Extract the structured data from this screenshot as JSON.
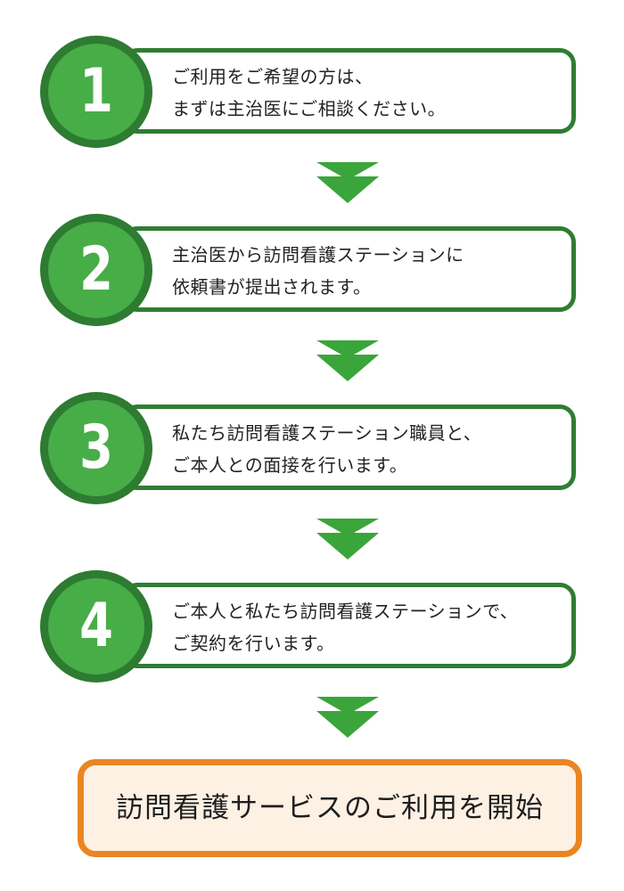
{
  "steps": [
    {
      "number": "1",
      "lines": [
        "ご利用をご希望の方は、",
        "まずは主治医にご相談ください。"
      ]
    },
    {
      "number": "2",
      "lines": [
        "主治医から訪問看護ステーションに",
        "依頼書が提出されます。"
      ]
    },
    {
      "number": "3",
      "lines": [
        "私たち訪問看護ステーション職員と、",
        "ご本人との面接を行います。"
      ]
    },
    {
      "number": "4",
      "lines": [
        "ご本人と私たち訪問看護ステーションで、",
        "ご契約を行います。"
      ]
    }
  ],
  "final": {
    "label": "訪問看護サービスのご利用を開始"
  },
  "colors": {
    "step_border": "#2f7d32",
    "badge_outer": "#2e7b32",
    "badge_inner": "#47ad47",
    "arrow": "#3aa53a",
    "final_border": "#ea8522",
    "final_fill": "#fdf1e4"
  }
}
